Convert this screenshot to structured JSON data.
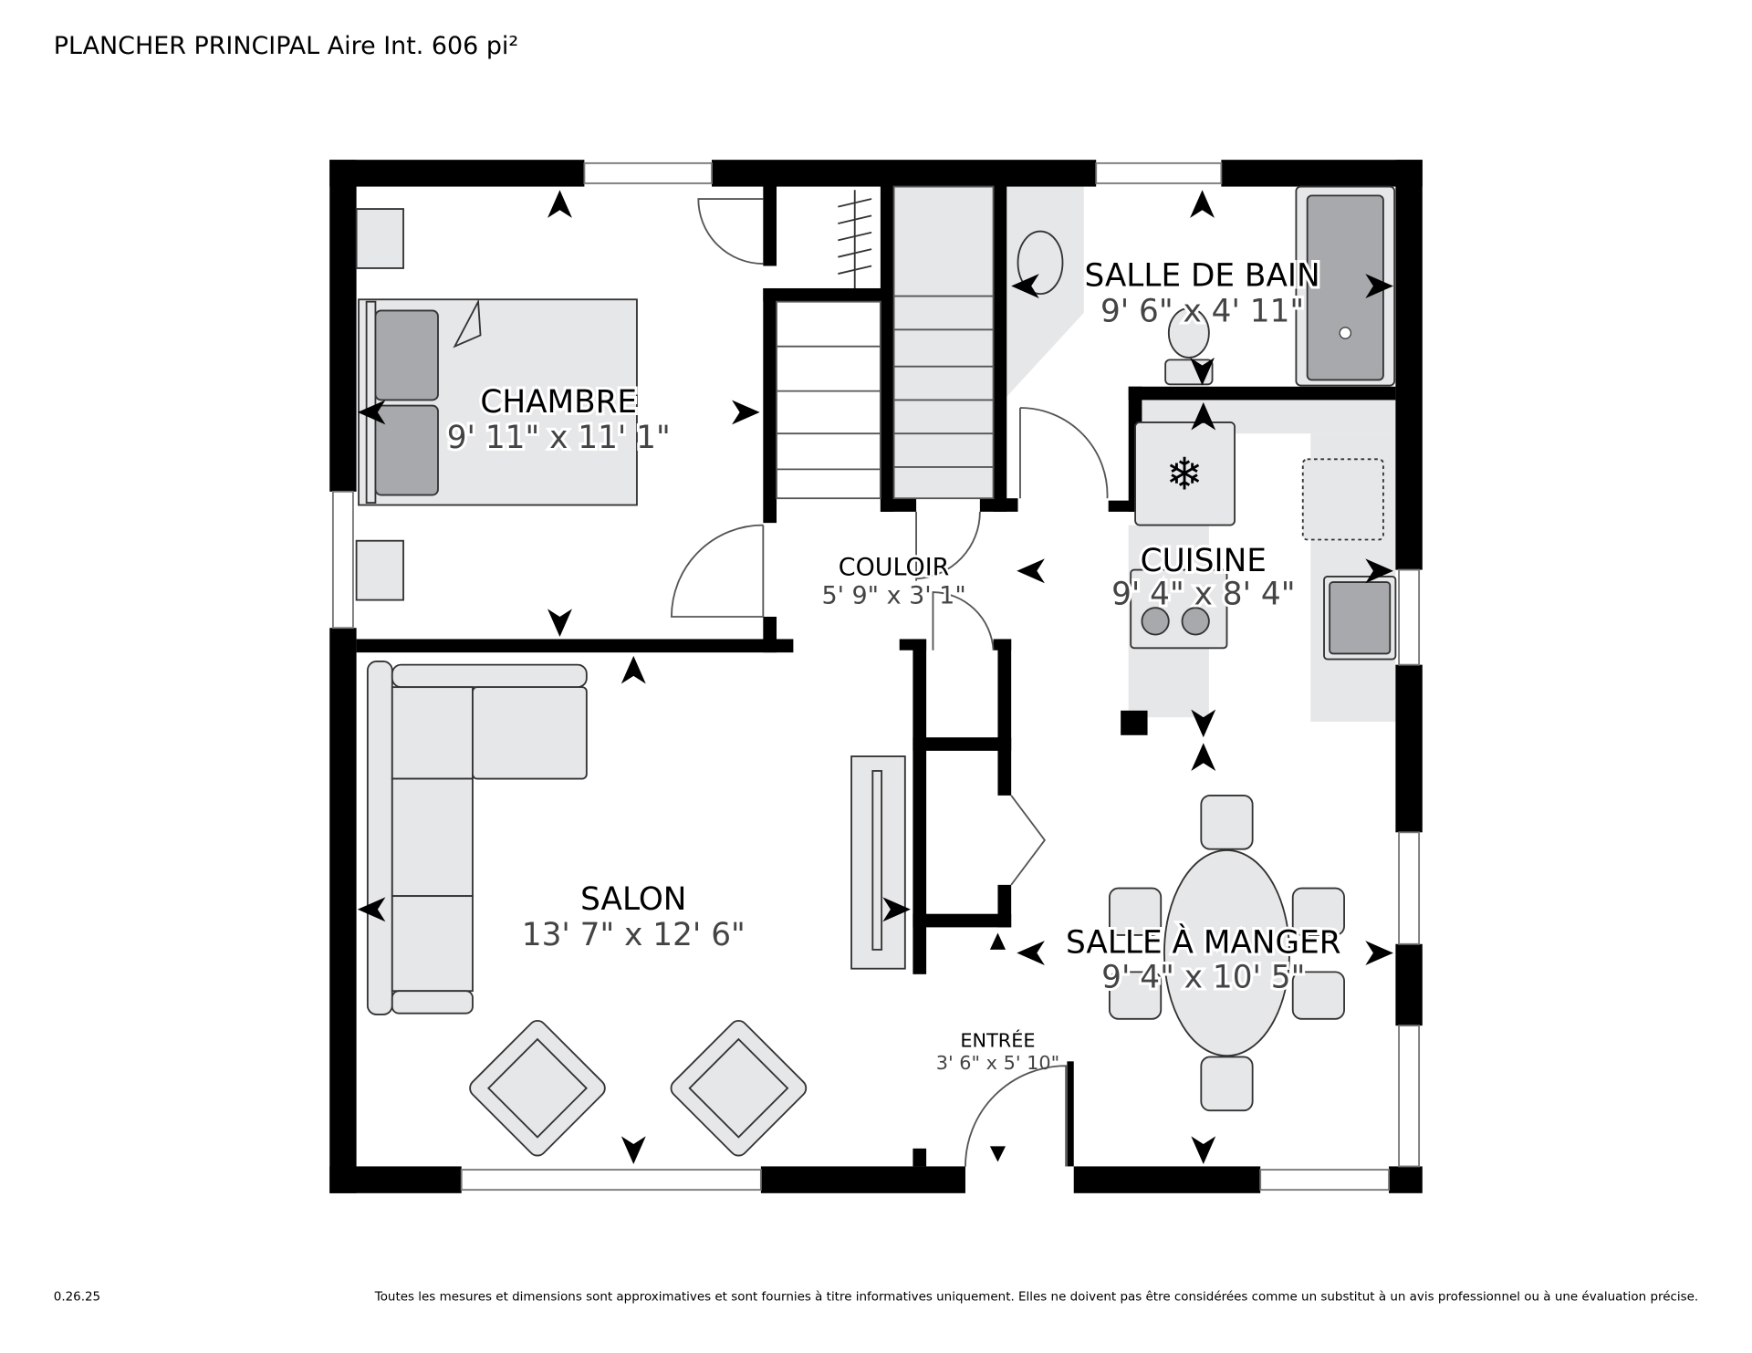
{
  "header": {
    "title": "PLANCHER PRINCIPAL Aire Int. 606 pi²"
  },
  "rooms": [
    {
      "name": "CHAMBRE",
      "dims": "9' 11\" x 11' 1\""
    },
    {
      "name": "SALLE DE BAIN",
      "dims": "9' 6\" x 4' 11\""
    },
    {
      "name": "COULOIR",
      "dims": "5' 9\" x 3' 1\""
    },
    {
      "name": "CUISINE",
      "dims": "9' 4\" x 8' 4\""
    },
    {
      "name": "SALON",
      "dims": "13' 7\" x 12' 6\""
    },
    {
      "name": "SALLE À MANGER",
      "dims": "9' 4\" x 10' 5\""
    },
    {
      "name": "ENTRÉE",
      "dims": "3' 6\" x 5' 10\""
    }
  ],
  "footer": {
    "version": "0.26.25",
    "disclaimer": "Toutes les mesures et dimensions sont approximatives et sont fournies à titre informatives uniquement. Elles ne doivent pas être considérées comme un substitut à un avis professionnel ou à une évaluation précise."
  },
  "colors": {
    "wall": "#000000",
    "fixture": "#a7a9ac",
    "floor_fixture": "#e6e7e8"
  }
}
